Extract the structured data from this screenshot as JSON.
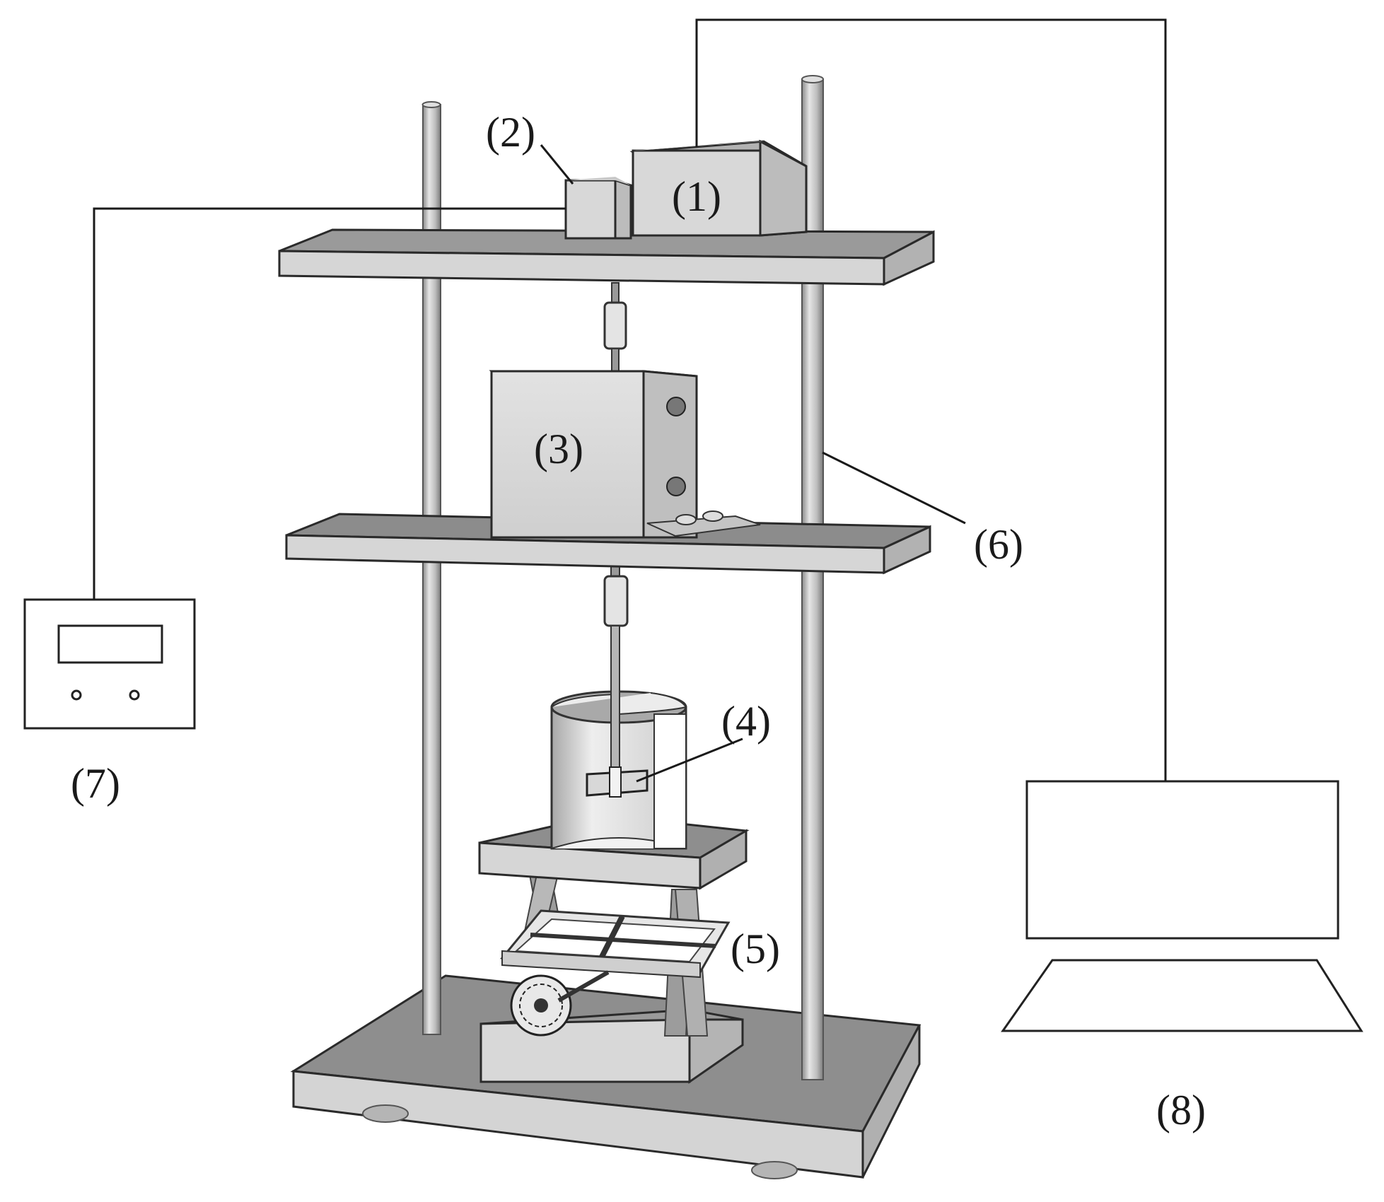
{
  "labels": {
    "l1": "(1)",
    "l2": "(2)",
    "l3": "(3)",
    "l4": "(4)",
    "l5": "(5)",
    "l6": "(6)",
    "l7": "(7)",
    "l8": "(8)"
  },
  "colors": {
    "plate_top": "#c8c8c8",
    "plate_front": "#d4d4d4",
    "plate_dark": "#8e8e8e",
    "box_light": "#d0d0d0",
    "box_side": "#b8b8b8",
    "rod": "#c4c4c4",
    "line": "#1a1a1a"
  }
}
